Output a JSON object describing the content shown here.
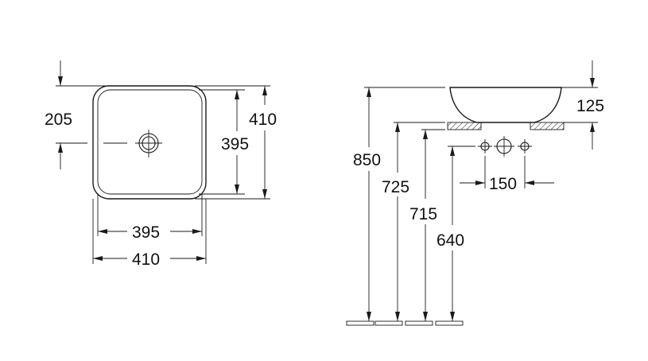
{
  "plan_view": {
    "inner_width": "395",
    "outer_width": "410",
    "inner_depth": "395",
    "outer_depth": "410",
    "drain_offset": "205"
  },
  "side_view": {
    "basin_height": "125",
    "rim_height": "850",
    "counter_height": "725",
    "support_height": "715",
    "tap_height": "640",
    "tap_spacing": "150"
  }
}
